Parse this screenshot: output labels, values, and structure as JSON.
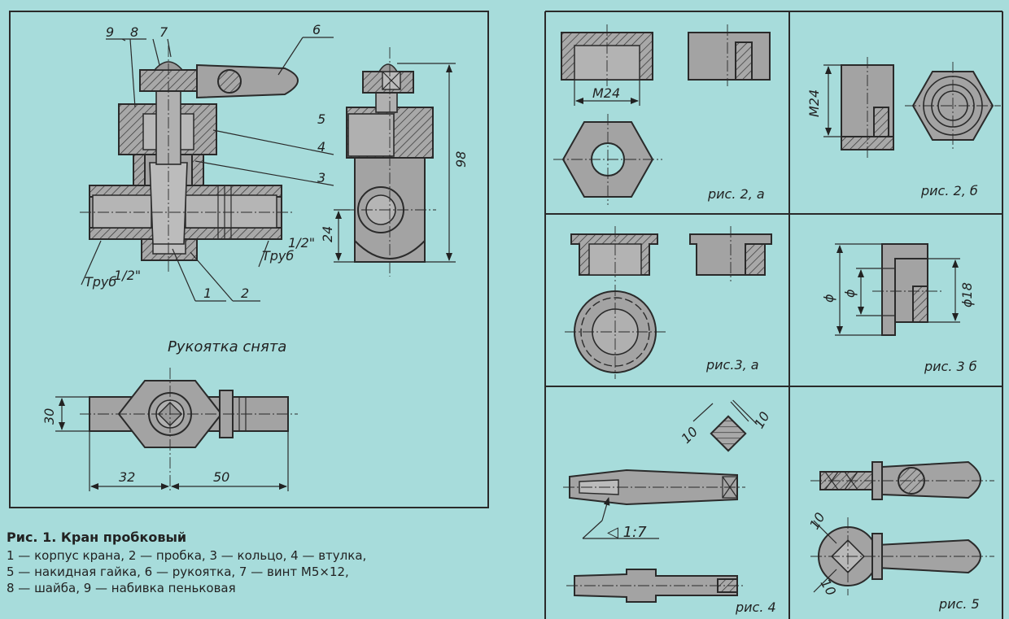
{
  "figure1": {
    "callouts": [
      "1",
      "2",
      "3",
      "4",
      "5",
      "6",
      "7",
      "8",
      "9"
    ],
    "pipe_label": "Труб",
    "pipe_size": "1/2\"",
    "dim_height": "98",
    "dim_low": "24",
    "handle_removed": "Рукоятка снята",
    "dim_30": "30",
    "dim_32": "32",
    "dim_50": "50",
    "caption_title": "Рис. 1. Кран пробковый",
    "caption_line1": "1 — корпус крана, 2 — пробка, 3 — кольцо, 4 — втулка,",
    "caption_line2": "5 — накидная гайка, 6 — рукоятка, 7 — винт М5×12,",
    "caption_line3": "8 — шайба, 9 — набивка пеньковая"
  },
  "panels": {
    "p2a": {
      "label": "рис. 2, а",
      "dim": "М24"
    },
    "p2b": {
      "label": "рис. 2, б",
      "dim": "М24"
    },
    "p3a": {
      "label": "рис.3, а"
    },
    "p3b": {
      "label": "рис. 3 б",
      "dim_a": "ϕ",
      "dim_b": "ϕ",
      "dim_c": "ϕ18"
    },
    "p4": {
      "label": "рис. 4",
      "taper": "◁ 1:7",
      "dim_a": "10",
      "dim_b": "10"
    },
    "p5": {
      "label": "рис. 5",
      "dim_a": "10",
      "dim_b": "10"
    }
  }
}
